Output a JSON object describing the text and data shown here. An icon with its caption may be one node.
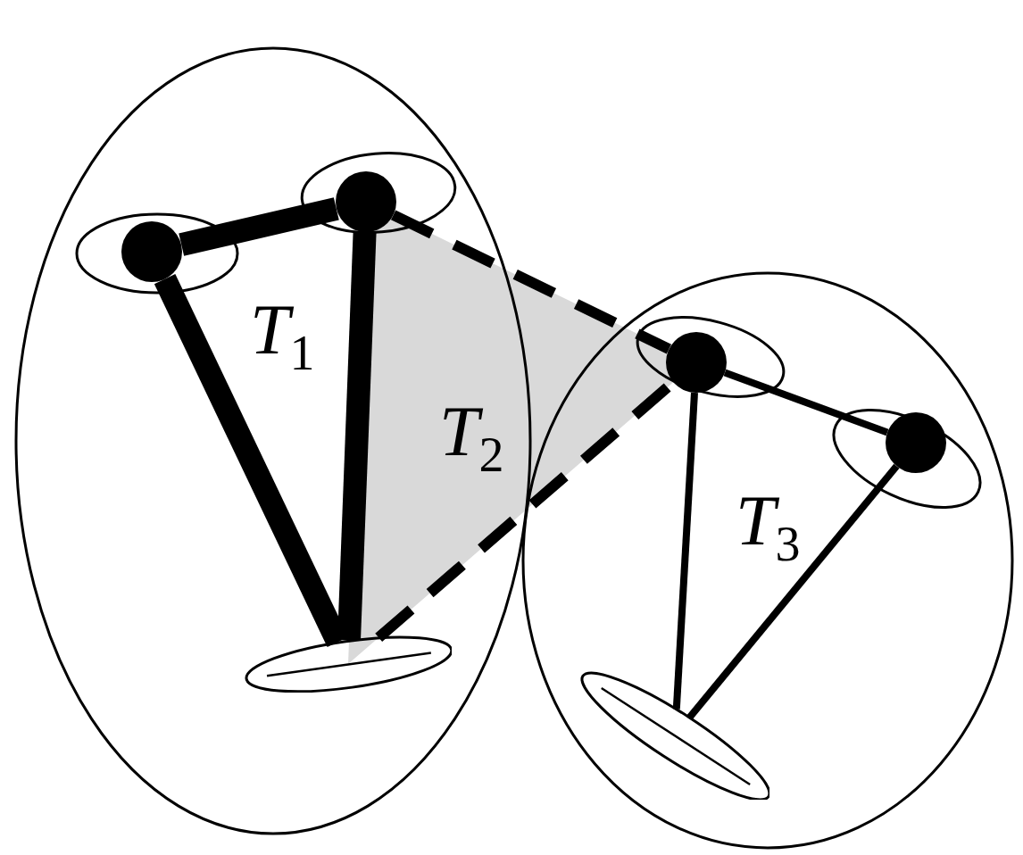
{
  "diagram": {
    "nodes": [
      {
        "text": [],
        "shape": "ellipse"
      },
      {
        "text": [],
        "shape": "circle",
        "in": 0
      },
      {
        "text": [],
        "shape": "circle",
        "in": 0
      },
      {
        "text": [],
        "shape": "ellipse",
        "in": 0
      },
      {
        "text": [],
        "shape": "ellipse"
      },
      {
        "text": [],
        "shape": "circle",
        "in": 4
      },
      {
        "text": [],
        "shape": "circle",
        "in": 4
      },
      {
        "text": [],
        "shape": "ellipse",
        "in": 4
      }
    ],
    "edges": [
      {
        "from": 1,
        "to": 2,
        "arrow": "none",
        "style": "thick"
      },
      {
        "from": 1,
        "to": 3,
        "arrow": "none",
        "style": "thick"
      },
      {
        "from": 2,
        "to": 3,
        "arrow": "none",
        "style": "thick"
      },
      {
        "from": 2,
        "to": 5,
        "arrow": "none",
        "style": "dashed"
      },
      {
        "from": 3,
        "to": 5,
        "arrow": "none",
        "style": "dashed"
      },
      {
        "from": 5,
        "to": 6,
        "arrow": "none"
      },
      {
        "from": 5,
        "to": 7,
        "arrow": "none"
      },
      {
        "from": 6,
        "to": 7,
        "arrow": "none"
      }
    ],
    "labels": [
      "*T*$_{1}$",
      "*T*$_{2}$",
      "*T*$_{3}$"
    ]
  }
}
